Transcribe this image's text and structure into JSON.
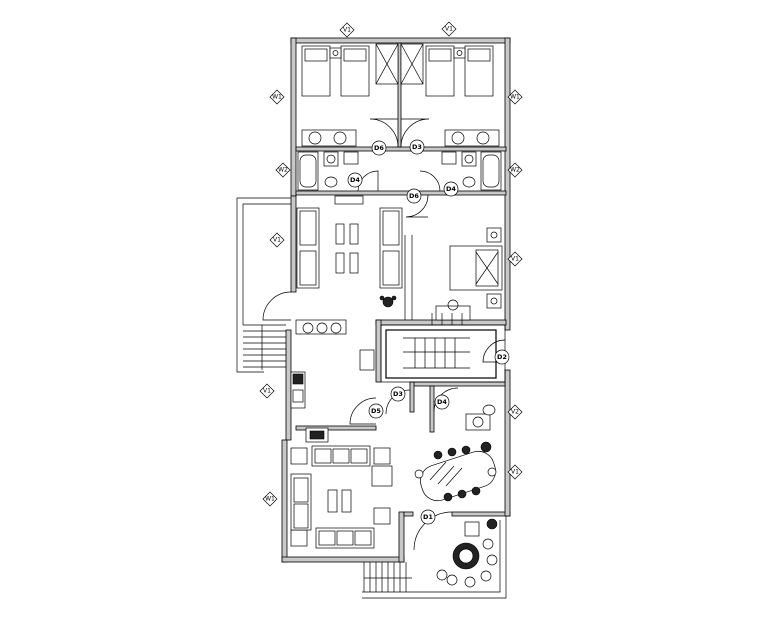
{
  "window_tags": {
    "w1": "W1",
    "w2": "W2",
    "v1": "V1",
    "v2": "V2"
  },
  "door_tags": {
    "d1": "D1",
    "d2": "D2",
    "d3": "D3",
    "d4": "D4",
    "d5": "D5",
    "d6": "D6"
  },
  "colors": {
    "line": "#000000",
    "wall_fill": "#c8c8c8",
    "background": "#ffffff"
  }
}
